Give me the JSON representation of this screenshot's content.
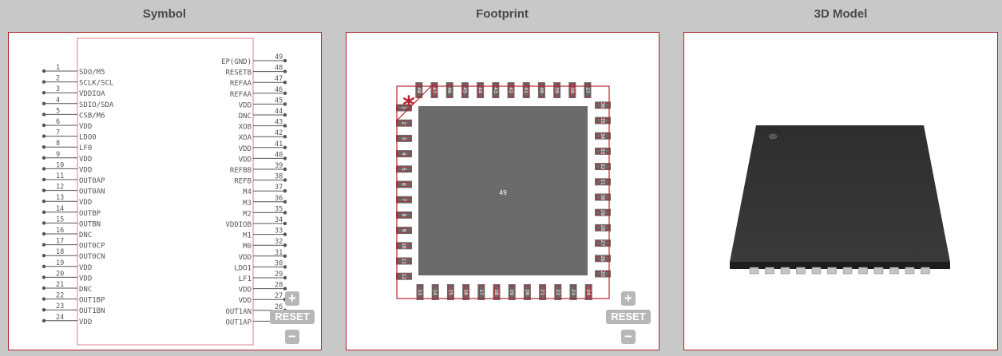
{
  "panels": {
    "symbol": {
      "title": "Symbol"
    },
    "footprint": {
      "title": "Footprint"
    },
    "model3d": {
      "title": "3D Model"
    }
  },
  "controls": {
    "zoom_in": "+",
    "reset": "RESET",
    "zoom_out": "−"
  },
  "symbol": {
    "left_pins": [
      {
        "num": "1",
        "name": "SDO/M5"
      },
      {
        "num": "2",
        "name": "SCLK/SCL"
      },
      {
        "num": "3",
        "name": "VDDIOA"
      },
      {
        "num": "4",
        "name": "SDIO/SDA"
      },
      {
        "num": "5",
        "name": "CSB/M6"
      },
      {
        "num": "6",
        "name": "VDD"
      },
      {
        "num": "7",
        "name": "LDO0"
      },
      {
        "num": "8",
        "name": "LF0"
      },
      {
        "num": "9",
        "name": "VDD"
      },
      {
        "num": "10",
        "name": "VDD"
      },
      {
        "num": "11",
        "name": "OUT0AP"
      },
      {
        "num": "12",
        "name": "OUT0AN"
      },
      {
        "num": "13",
        "name": "VDD"
      },
      {
        "num": "14",
        "name": "OUTBP"
      },
      {
        "num": "15",
        "name": "OUTBN"
      },
      {
        "num": "16",
        "name": "DNC"
      },
      {
        "num": "17",
        "name": "OUT0CP"
      },
      {
        "num": "18",
        "name": "OUT0CN"
      },
      {
        "num": "19",
        "name": "VDD"
      },
      {
        "num": "20",
        "name": "VDD"
      },
      {
        "num": "21",
        "name": "DNC"
      },
      {
        "num": "22",
        "name": "OUT1BP"
      },
      {
        "num": "23",
        "name": "OUT1BN"
      },
      {
        "num": "24",
        "name": "VDD"
      }
    ],
    "right_pins": [
      {
        "num": "49",
        "name": "EP(GND)"
      },
      {
        "num": "48",
        "name": "RESETB"
      },
      {
        "num": "47",
        "name": "REFAA"
      },
      {
        "num": "46",
        "name": "REFAA"
      },
      {
        "num": "45",
        "name": "VDD"
      },
      {
        "num": "44",
        "name": "DNC"
      },
      {
        "num": "43",
        "name": "XOB"
      },
      {
        "num": "42",
        "name": "XOA"
      },
      {
        "num": "41",
        "name": "VDD"
      },
      {
        "num": "40",
        "name": "VDD"
      },
      {
        "num": "39",
        "name": "REFBB"
      },
      {
        "num": "38",
        "name": "REFB"
      },
      {
        "num": "37",
        "name": "M4"
      },
      {
        "num": "36",
        "name": "M3"
      },
      {
        "num": "35",
        "name": "M2"
      },
      {
        "num": "34",
        "name": "VDDIOB"
      },
      {
        "num": "33",
        "name": "M1"
      },
      {
        "num": "32",
        "name": "M0"
      },
      {
        "num": "31",
        "name": "VDD"
      },
      {
        "num": "30",
        "name": "LDO1"
      },
      {
        "num": "29",
        "name": "LF1"
      },
      {
        "num": "28",
        "name": "VDD"
      },
      {
        "num": "27",
        "name": "VDD"
      },
      {
        "num": "26",
        "name": "OUT1AN"
      },
      {
        "num": "25",
        "name": "OUT1AP"
      }
    ]
  },
  "footprint": {
    "center_pad": "49",
    "pin1_marker": "*",
    "left_pads": [
      "1",
      "2",
      "3",
      "4",
      "5",
      "6",
      "7",
      "8",
      "9",
      "10",
      "11",
      "12"
    ],
    "bottom_pads": [
      "13",
      "14",
      "15",
      "16",
      "17",
      "18",
      "19",
      "20",
      "21",
      "22",
      "23",
      "24"
    ],
    "right_pads": [
      "25",
      "26",
      "27",
      "28",
      "29",
      "30",
      "31",
      "32",
      "33",
      "34",
      "35",
      "36"
    ],
    "top_pads": [
      "37",
      "38",
      "39",
      "40",
      "41",
      "42",
      "43",
      "44",
      "45",
      "46",
      "47",
      "48"
    ]
  },
  "colors": {
    "accent": "#b3232d",
    "pin_dot": "#666666",
    "body_gray": "#6b6b6b",
    "page_bg": "#c8c8c8"
  }
}
